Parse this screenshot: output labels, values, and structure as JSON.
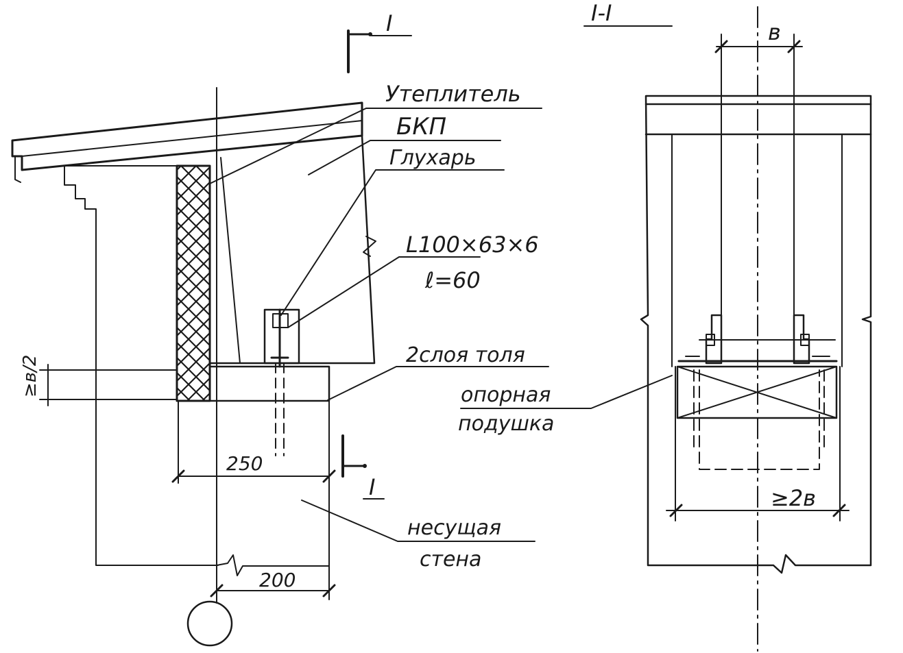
{
  "section_marks": {
    "left_top": "I",
    "left_bottom": "I",
    "section_title": "I-I"
  },
  "callouts": {
    "insulation": "Утеплитель",
    "panel": "БКП",
    "plug": "Глухарь",
    "angle_line1": "L100×63×6",
    "angle_line2": "ℓ=60",
    "roofing": "2слоя толя",
    "bearing_pad_line1": "опорная",
    "bearing_pad_line2": "подушка",
    "wall_line1": "несущая",
    "wall_line2": "стена"
  },
  "dimensions": {
    "overlap": "≥в/2",
    "pad_width": "250",
    "axis_offset": "200",
    "section_width": "в",
    "pad_length": "≥2в"
  }
}
